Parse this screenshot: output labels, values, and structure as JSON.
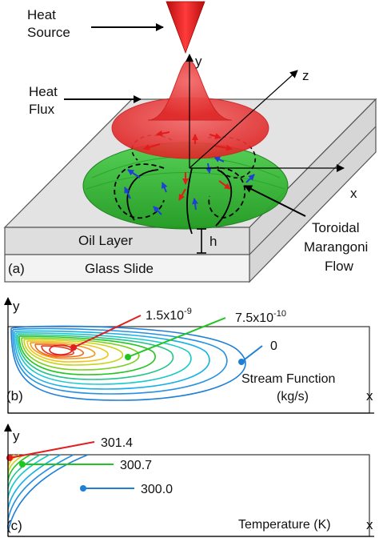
{
  "panel_a": {
    "tag": "(a)",
    "heat_source": [
      "Heat",
      "Source"
    ],
    "heat_flux": [
      "Heat",
      "Flux"
    ],
    "oil_layer": "Oil Layer",
    "thickness": "h",
    "glass_slide": "Glass Slide",
    "toroidal": [
      "Toroidal",
      "Marangoni",
      "Flow"
    ],
    "axis_x": "x",
    "axis_y": "y",
    "axis_z": "z"
  },
  "panel_b": {
    "tag": "(b)",
    "axis_x": "x",
    "axis_y": "y",
    "caption": [
      "Stream Function",
      "(kg/s)"
    ],
    "contour_labels": [
      {
        "mantissa": "1.5x10",
        "exponent": "-9",
        "color": "#e02020"
      },
      {
        "mantissa": "7.5x10",
        "exponent": "-10",
        "color": "#22c422"
      },
      {
        "mantissa": "0",
        "exponent": "",
        "color": "#1e7fd6"
      }
    ]
  },
  "panel_c": {
    "tag": "(c)",
    "axis_x": "x",
    "axis_y": "y",
    "caption": "Temperature (K)",
    "contour_labels": [
      {
        "text": "301.4",
        "color": "#e02020"
      },
      {
        "text": "300.7",
        "color": "#22c422"
      },
      {
        "text": "300.0",
        "color": "#1e7fd6"
      }
    ]
  }
}
